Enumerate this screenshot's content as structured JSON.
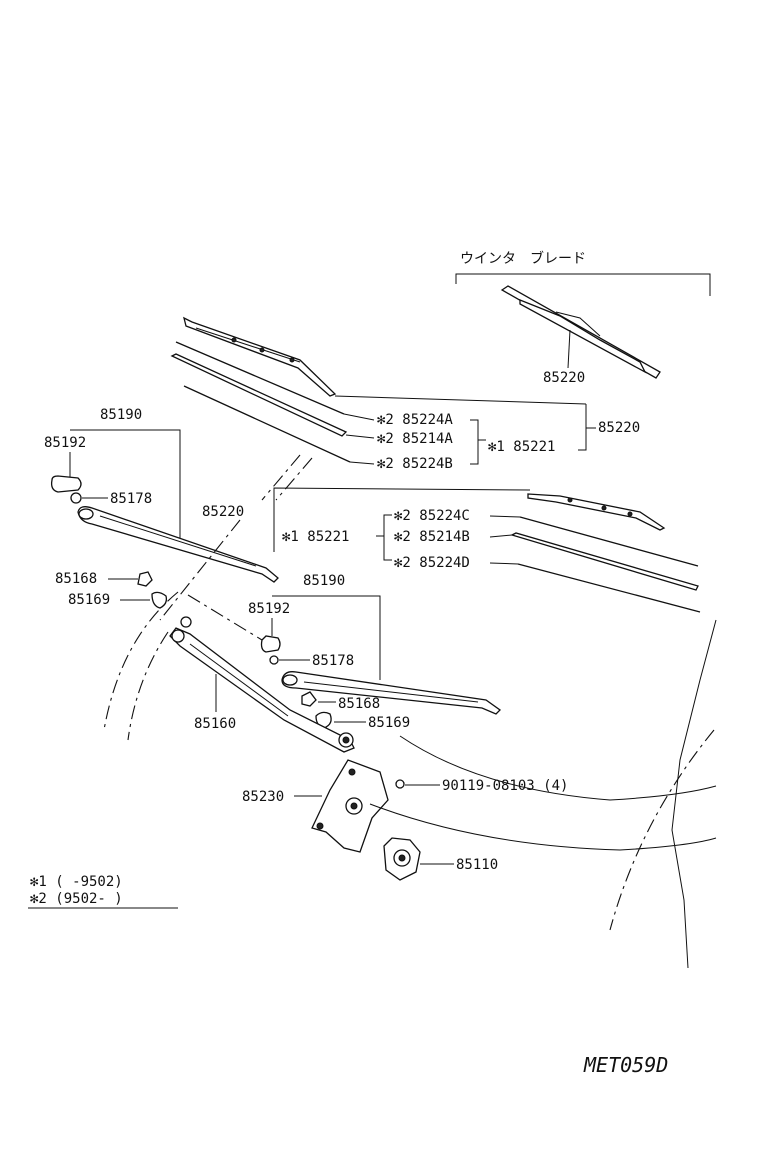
{
  "winter_blade_heading": "ウインタ　ブレード",
  "labels": {
    "p85220_winter": "85220",
    "p85224a": "✻2  85224A",
    "p85214a": "✻2  85214A",
    "p85224b": "✻2  85224B",
    "p85221_top": "✻1  85221",
    "p85220_top": "85220",
    "p85190_left": "85190",
    "p85192_left": "85192",
    "p85178_left": "85178",
    "p85220_mid": "85220",
    "p85221_mid": "✻1  85221",
    "p85224c": "✻2  85224C",
    "p85214b": "✻2  85214B",
    "p85224d": "✻2  85224D",
    "p85168_left": "85168",
    "p85169_left": "85169",
    "p85190_right": "85190",
    "p85192_right": "85192",
    "p85178_right": "85178",
    "p85168_right": "85168",
    "p85169_right": "85169",
    "p85160": "85160",
    "p90119": "90119-08103 (4)",
    "p85230": "85230",
    "p85110": "85110"
  },
  "legend": {
    "row1": "✻1  (      -9502)",
    "row2": "✻2  (9502-      )"
  },
  "drawing_code": "MET059D"
}
